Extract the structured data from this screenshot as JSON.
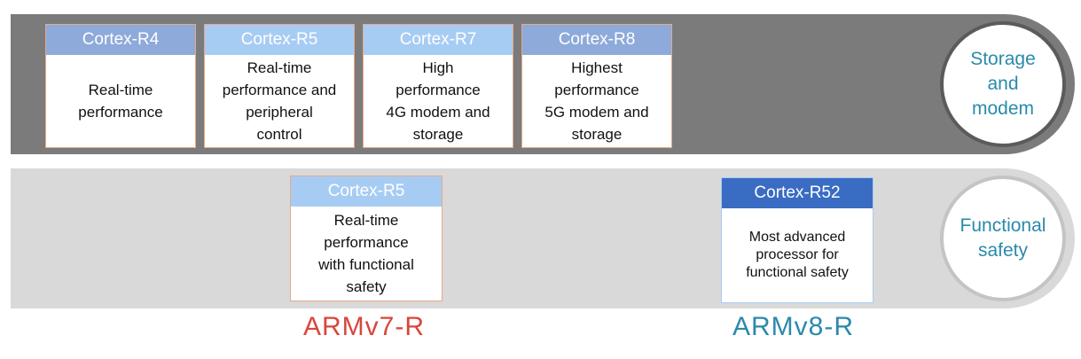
{
  "bands": {
    "top_label": "Storage\nand\nmodem",
    "bottom_label": "Functional\nsafety"
  },
  "cards": [
    {
      "title": "Cortex-R4",
      "body": "Real-time\nperformance"
    },
    {
      "title": "Cortex-R5",
      "body": "Real-time\nperformance and\nperipheral\ncontrol"
    },
    {
      "title": "Cortex-R7",
      "body": "High\nperformance\n4G modem and\nstorage"
    },
    {
      "title": "Cortex-R8",
      "body": "Highest\nperformance\n5G modem and\nstorage"
    },
    {
      "title": "Cortex-R5",
      "body": "Real-time\nperformance\nwith functional\nsafety"
    },
    {
      "title": "Cortex-R52",
      "body": "Most advanced\nprocessor for\nfunctional safety"
    }
  ],
  "architectures": {
    "v7": "ARMv7-R",
    "v8": "ARMv8-R"
  },
  "colors": {
    "top_band": "#7b7b7b",
    "bottom_band": "#d9d9d9",
    "header_light": "#a7ccf4",
    "header_mid": "#8eaadb",
    "header_dark": "#3a6cc4",
    "armv7": "#d8463c",
    "armv8": "#2a8aab"
  }
}
